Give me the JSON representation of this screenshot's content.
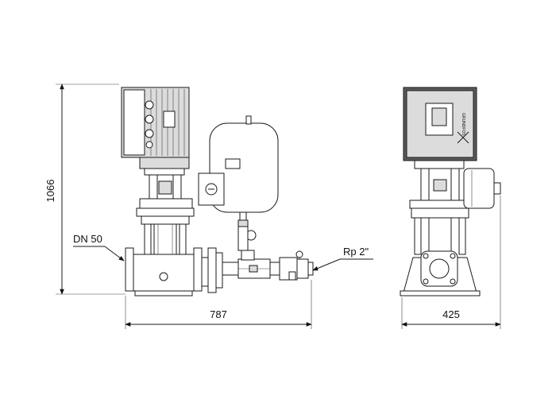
{
  "dimensions": {
    "height": "1066",
    "width_front": "787",
    "width_side": "425"
  },
  "callouts": {
    "inlet": "DN 50",
    "outlet": "Rp 2\""
  }
}
